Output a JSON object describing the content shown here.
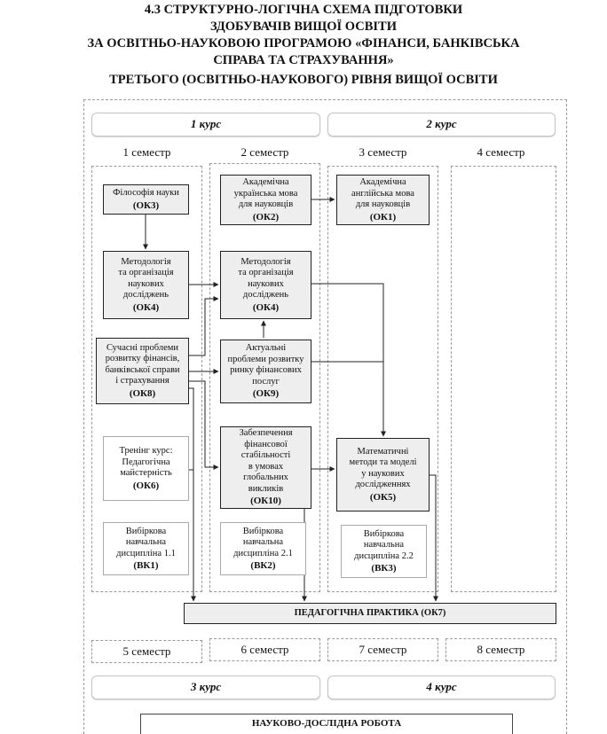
{
  "title": {
    "line1": "4.3 СТРУКТУРНО-ЛОГІЧНА СХЕМА ПІДГОТОВКИ",
    "line2": "ЗДОБУВАЧІВ ВИЩОЇ ОСВІТИ",
    "line3": "ЗА ОСВІТНЬО-НАУКОВОЮ  ПРОГРАМОЮ «ФІНАНСИ, БАНКІВСЬКА",
    "line4": "СПРАВА ТА СТРАХУВАННЯ»",
    "line5": "ТРЕТЬОГО (ОСВІТНЬО-НАУКОВОГО) РІВНЯ ВИЩОЇ ОСВІТИ"
  },
  "courses": {
    "c1": "1 курс",
    "c2": "2 курс",
    "c3": "3 курс",
    "c4": "4 курс"
  },
  "semesters": {
    "s1": "1 семестр",
    "s2": "2 семестр",
    "s3": "3 семестр",
    "s4": "4 семестр",
    "s5": "5 семестр",
    "s6": "6 семестр",
    "s7": "7 семестр",
    "s8": "8 семестр"
  },
  "nodes": {
    "ok3_s1": {
      "lines": [
        "Філософія науки"
      ],
      "code": "(ОК3)"
    },
    "ok4_s1": {
      "lines": [
        "Методологія",
        "та організація",
        "наукових",
        "досліджень"
      ],
      "code": "(ОК4)"
    },
    "ok8": {
      "lines": [
        "Сучасні проблеми",
        "розвитку фінансів,",
        "банківської справи",
        "і страхування"
      ],
      "code": "(ОК8)"
    },
    "ok6": {
      "lines": [
        "Тренінг курс:",
        "Педагогічна",
        "майстерність"
      ],
      "code": "(ОК6)"
    },
    "vk1": {
      "lines": [
        "Вибіркова",
        "навчальна",
        "дисципліна 1.1"
      ],
      "code": "(ВК1)"
    },
    "ok2": {
      "lines": [
        "Академічна",
        "українська мова",
        "для науковців"
      ],
      "code": "(ОК2)"
    },
    "ok4_s2": {
      "lines": [
        "Методологія",
        "та організація",
        "наукових",
        "досліджень"
      ],
      "code": "(ОК4)"
    },
    "ok9": {
      "lines": [
        "Актуальні",
        "проблеми розвитку",
        "ринку фінансових",
        "послуг"
      ],
      "code": "(ОК9)"
    },
    "ok10": {
      "lines": [
        "Забезпечення",
        "фінансової",
        "стабільності",
        "в умовах",
        "глобальних",
        "викликів"
      ],
      "code": "(ОК10)"
    },
    "vk2": {
      "lines": [
        "Вибіркова",
        "навчальна",
        "дисципліна 2.1"
      ],
      "code": "(ВК2)"
    },
    "ok1": {
      "lines": [
        "Академічна",
        "англійська мова",
        "для науковців"
      ],
      "code": "(ОК1)"
    },
    "ok5": {
      "lines": [
        "Математичні",
        "методи та моделі",
        "у наукових",
        "дослідженнях"
      ],
      "code": "(ОК5)"
    },
    "vk3": {
      "lines": [
        "Вибіркова",
        "навчальна",
        "дисципліна 2.2"
      ],
      "code": "(ВК3)"
    }
  },
  "practice": "ПЕДАГОГІЧНА ПРАКТИКА (ОК7)",
  "research": "НАУКОВО-ДОСЛІДНА РОБОТА"
}
